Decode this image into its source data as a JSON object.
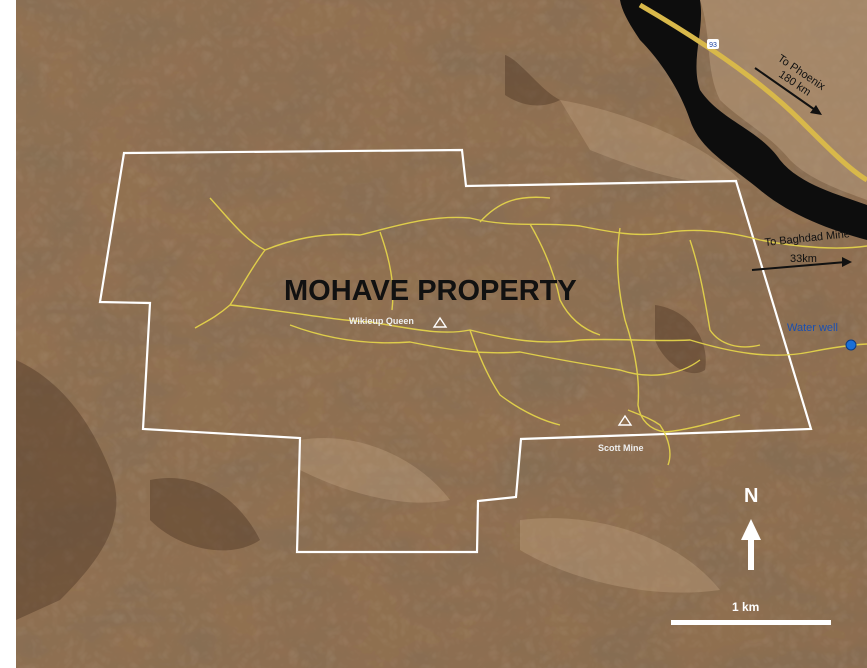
{
  "map": {
    "title": "MOHAVE PROPERTY",
    "labels": {
      "to_phoenix": "To Phoenix",
      "phoenix_distance": "180 km",
      "highway_number": "93",
      "to_baghdad": "To Baghdad Mine",
      "baghdad_distance": "33km",
      "water_well": "Water well",
      "wikieup_queen": "Wikieup  Queen",
      "scott_mine": "Scott Mine"
    },
    "north_arrow": "N",
    "scale_bar": "1 km",
    "colors": {
      "terrain": "#9b7a58",
      "terrain_dark": "#5d432c",
      "boundary": "#ffffff",
      "roads": "#e8d84a",
      "highway": "#d8b84a",
      "water_well": "#1a6fd6",
      "title": "#111111"
    },
    "icons": [
      "triangle-marker-icon",
      "north-arrow-icon",
      "water-well-dot-icon"
    ]
  }
}
